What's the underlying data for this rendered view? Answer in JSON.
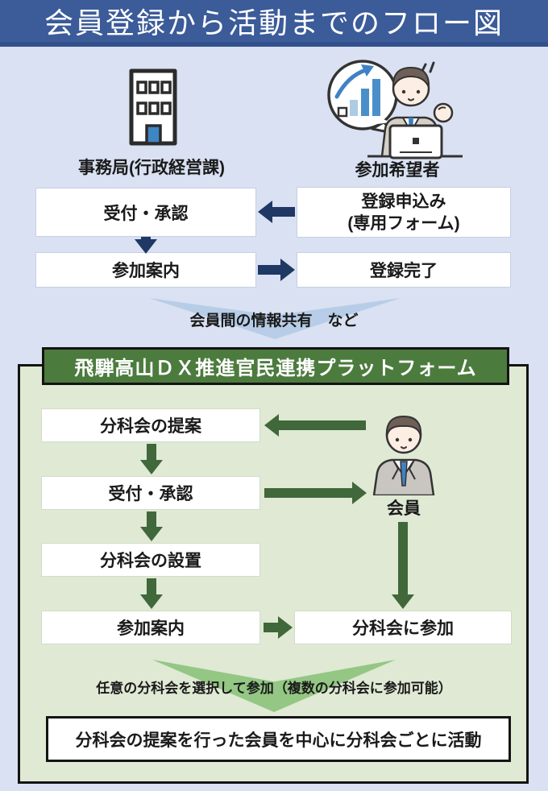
{
  "title": "会員登録から活動までのフロー図",
  "top_flow": {
    "office_label": "事務局(行政経営課)",
    "applicant_label": "参加希望者",
    "reception_box": "受付・承認",
    "registration_box_line1": "登録申込み",
    "registration_box_line2": "(専用フォーム)",
    "guidance_box": "参加案内",
    "complete_box": "登録完了",
    "share_note": "会員間の情報共有　など"
  },
  "platform": {
    "header": "飛騨高山ＤＸ推進官民連携プラットフォーム",
    "proposal_box": "分科会の提案",
    "reception_box": "受付・承認",
    "setup_box": "分科会の設置",
    "guidance_box": "参加案内",
    "join_box": "分科会に参加",
    "member_label": "会員",
    "select_note": "任意の分科会を選択して参加（複数の分科会に参加可能）",
    "activity_box": "分科会の提案を行った会員を中心に分科会ごとに活動"
  },
  "icons": {
    "building": "building-icon",
    "applicant": "applicant-with-chart-icon",
    "member": "member-person-icon"
  },
  "colors": {
    "title_bar": "#3b5b99",
    "page_bg": "#d9e1f2",
    "navy_arrow": "#1f3864",
    "chevron_blue": "#b7cde7",
    "panel_bg": "#dfe9d4",
    "panel_border": "#141414",
    "header_green": "#4c7b3e",
    "green_arrow": "#40683a",
    "chevron_green": "#93c783",
    "door_blue": "#3f86c5",
    "tie_blue": "#3e7fc1"
  }
}
